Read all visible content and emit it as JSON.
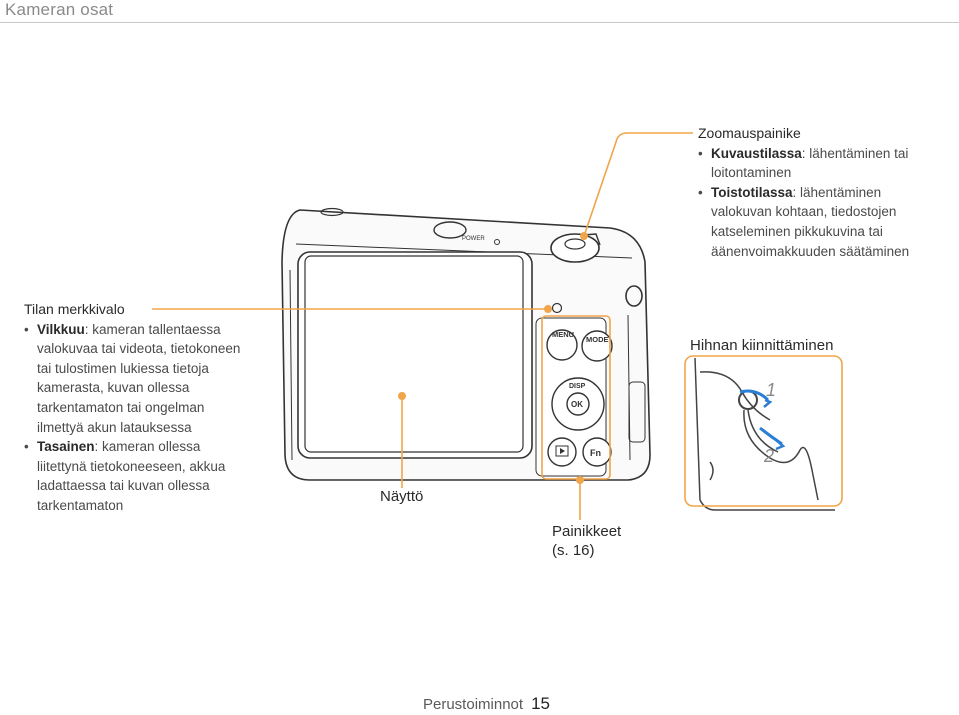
{
  "section_title": "Kameran osat",
  "zoom": {
    "heading": "Zoomauspainike",
    "items": [
      {
        "term": "Kuvaustilassa",
        "lines": [
          ": lähentäminen tai",
          "loitontaminen"
        ]
      },
      {
        "term": "Toistotilassa",
        "lines": [
          ": lähentäminen",
          "valokuvan kohtaan, tiedostojen",
          "katseleminen pikkukuvina tai",
          "äänenvoimakkuuden säätäminen"
        ]
      }
    ]
  },
  "indicator": {
    "heading": "Tilan merkkivalo",
    "items": [
      {
        "term": "Vilkkuu",
        "lines": [
          ": kameran tallentaessa",
          "valokuvaa tai videota, tietokoneen",
          "tai tulostimen lukiessa tietoja",
          "kamerasta, kuvan ollessa",
          "tarkentamaton tai ongelman",
          "ilmettyä akun latauksessa"
        ]
      },
      {
        "term": "Tasainen",
        "lines": [
          ": kameran ollessa",
          "liitettynä tietokoneeseen, akkua",
          "ladattaessa tai kuvan ollessa",
          "tarkentamaton"
        ]
      }
    ]
  },
  "strap_label": "Hihnan kiinnittäminen",
  "strap_steps": [
    "1",
    "2"
  ],
  "screen_label": "Näyttö",
  "buttons_label": [
    "Painikkeet",
    "(s. 16)"
  ],
  "camera_text": {
    "power": "POWER",
    "menu": "MENU",
    "mode": "MODE",
    "disp": "DISP",
    "ok": "OK",
    "fn": "Fn"
  },
  "colors": {
    "callout_orange": "#f0a54a",
    "arrow_blue": "#2a7fd4"
  },
  "footer": {
    "text": "Perustoiminnot",
    "page": "15"
  }
}
